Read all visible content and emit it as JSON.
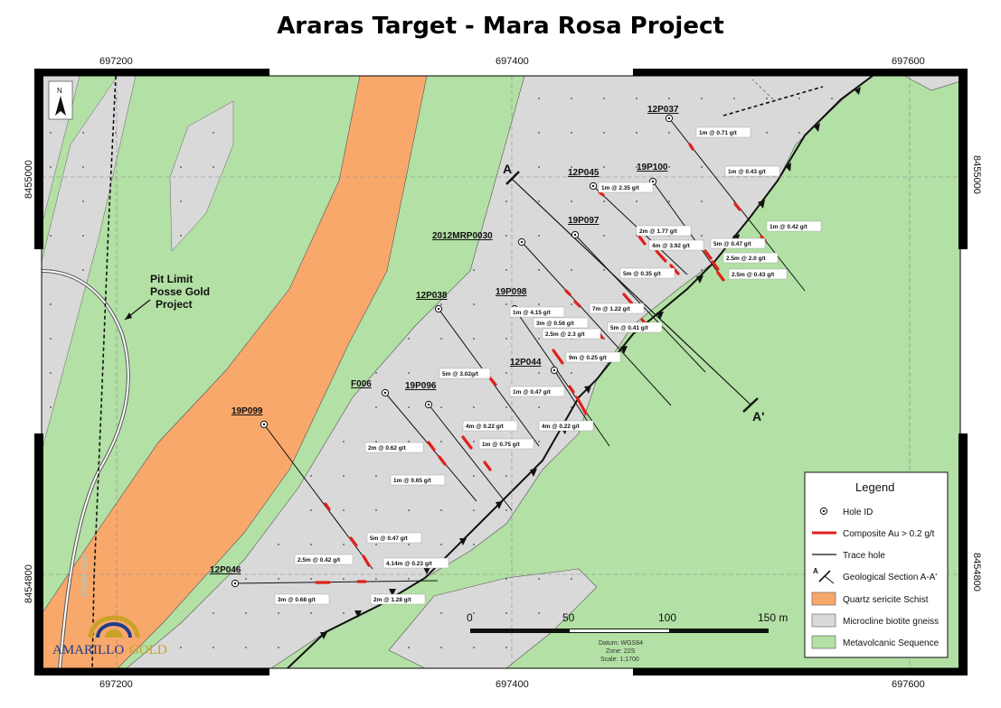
{
  "title": "Araras Target - Mara Rosa Project",
  "grid": {
    "top_labels": [
      "697200",
      "697400",
      "697600"
    ],
    "bottom_labels": [
      "697200",
      "697400",
      "697600"
    ],
    "left_labels": [
      "8455000",
      "8454800"
    ],
    "right_labels": [
      "8455000",
      "8454800"
    ]
  },
  "north_arrow": "N",
  "pit_limit_label": [
    "Pit Limit",
    "Posse  Gold",
    "Project"
  ],
  "faded_label": "Posse Gold",
  "section": {
    "start": "A",
    "end": "A'"
  },
  "holes": [
    {
      "id": "12P037"
    },
    {
      "id": "12P045"
    },
    {
      "id": "19P100"
    },
    {
      "id": "19P097"
    },
    {
      "id": "2012MRP0030"
    },
    {
      "id": "12P038"
    },
    {
      "id": "19P098"
    },
    {
      "id": "12P044"
    },
    {
      "id": "F006"
    },
    {
      "id": "19P096"
    },
    {
      "id": "19P099"
    },
    {
      "id": "12P046"
    }
  ],
  "intercepts": [
    "1m @ 0.71 g/t",
    "1m @ 0.43 g/t",
    "1m @ 2.35 g/t",
    "1m @ 0.42 g/t",
    "2m @ 1.77 g/t",
    "4m @ 3.92 g/t",
    "5m @ 0.47 g/t",
    "2.5m @ 2.0 g/t",
    "2.5m @ 0.43 g/t",
    "5m @ 0.35 g/t",
    "7m @ 1.22 g/t",
    "1m @ 4.15 g/t",
    "3m @ 0.56 g/t",
    "5m @ 0.41 g/t",
    "2.5m @ 2.3 g/t",
    "9m @ 0.25 g/t",
    "5m @ 3.02g/t",
    "1m @ 0.47 g/t",
    "4m @ 0.22 g/t",
    "4m @ 0.22 g/t",
    "1m @ 0.75 g/t",
    "2m @ 0.62 g/t",
    "1m @ 0.65 g/t",
    "5m @ 0.47 g/t",
    "2.5m @ 0.42 g/t",
    "4.14m @ 0.23 g/t",
    "3m @ 0.68 g/t",
    "2m @ 1.28 g/t"
  ],
  "scale_bar": {
    "ticks": [
      "0",
      "50",
      "100",
      "150 m"
    ],
    "datum": "Datum: WGS84",
    "zone": "Zone: 22S",
    "scale": "Scale: 1:1700"
  },
  "legend": {
    "title": "Legend",
    "items": [
      {
        "label": "Hole ID"
      },
      {
        "label": "Composite Au > 0.2 g/t"
      },
      {
        "label": "Trace hole"
      },
      {
        "label": "Geological Section A-A'"
      },
      {
        "label": "Quartz sericite Schist"
      },
      {
        "label": "Microcline biotite gneiss"
      },
      {
        "label": "Metavolcanic Sequence"
      }
    ]
  },
  "logo": {
    "text_primary": "AMARILLO",
    "text_secondary": "GOLD"
  },
  "colors": {
    "metavolcanic": "#b3e0a4",
    "schist": "#f9a86c",
    "gneiss": "#d9d9d9",
    "composite": "#e0201c",
    "frame": "#000000",
    "logo_blue": "#1c3b8c",
    "logo_gold": "#c9a227"
  }
}
